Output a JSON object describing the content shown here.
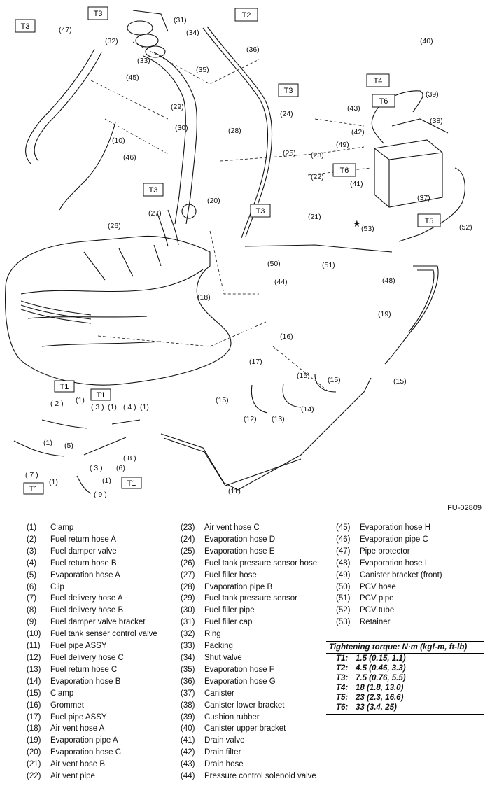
{
  "figure_id": "FU-02809",
  "tags": {
    "T1": "T1",
    "T2": "T2",
    "T3": "T3",
    "T4": "T4",
    "T5": "T5",
    "T6": "T6"
  },
  "callouts": {
    "c1": "(1)",
    "c2": "( 2 )",
    "c3": "( 3 )",
    "c4": "( 4 )",
    "c5": "(5)",
    "c6": "(6)",
    "c7": "( 7 )",
    "c8": "( 8 )",
    "c9": "( 9 )",
    "c10": "(10)",
    "c11": "(11)",
    "c12": "(12)",
    "c13": "(13)",
    "c14": "(14)",
    "c15": "(15)",
    "c16": "(16)",
    "c17": "(17)",
    "c18": "(18)",
    "c19": "(19)",
    "c20": "(20)",
    "c21": "(21)",
    "c22": "(22)",
    "c23": "(23)",
    "c24": "(24)",
    "c25": "(25)",
    "c26": "(26)",
    "c27": "(27)",
    "c28": "(28)",
    "c29": "(29)",
    "c30": "(30)",
    "c31": "(31)",
    "c32": "(32)",
    "c33": "(33)",
    "c34": "(34)",
    "c35": "(35)",
    "c36": "(36)",
    "c37": "(37)",
    "c38": "(38)",
    "c39": "(39)",
    "c40": "(40)",
    "c41": "(41)",
    "c42": "(42)",
    "c43": "(43)",
    "c44": "(44)",
    "c45": "(45)",
    "c46": "(46)",
    "c47": "(47)",
    "c48": "(48)",
    "c49": "(49)",
    "c50": "(50)",
    "c51": "(51)",
    "c52": "(52)",
    "c53": "(53)",
    "star": "★"
  },
  "legend": {
    "col1": [
      {
        "num": "(1)",
        "name": "Clamp"
      },
      {
        "num": "(2)",
        "name": "Fuel return hose A"
      },
      {
        "num": "(3)",
        "name": "Fuel damper valve"
      },
      {
        "num": "(4)",
        "name": "Fuel return hose B"
      },
      {
        "num": "(5)",
        "name": "Evaporation hose A"
      },
      {
        "num": "(6)",
        "name": "Clip"
      },
      {
        "num": "(7)",
        "name": "Fuel delivery hose A"
      },
      {
        "num": "(8)",
        "name": "Fuel delivery hose B"
      },
      {
        "num": "(9)",
        "name": "Fuel damper valve bracket"
      },
      {
        "num": "(10)",
        "name": "Fuel tank senser control valve"
      },
      {
        "num": "(11)",
        "name": "Fuel pipe ASSY"
      },
      {
        "num": "(12)",
        "name": "Fuel delivery hose C"
      },
      {
        "num": "(13)",
        "name": "Fuel return hose C"
      },
      {
        "num": "(14)",
        "name": "Evaporation hose B"
      },
      {
        "num": "(15)",
        "name": "Clamp"
      },
      {
        "num": "(16)",
        "name": "Grommet"
      },
      {
        "num": "(17)",
        "name": "Fuel pipe ASSY"
      },
      {
        "num": "(18)",
        "name": "Air vent hose A"
      },
      {
        "num": "(19)",
        "name": "Evaporation pipe A"
      },
      {
        "num": "(20)",
        "name": "Evaporation hose C"
      },
      {
        "num": "(21)",
        "name": "Air vent hose B"
      },
      {
        "num": "(22)",
        "name": "Air vent pipe"
      }
    ],
    "col2": [
      {
        "num": "(23)",
        "name": "Air vent hose C"
      },
      {
        "num": "(24)",
        "name": "Evaporation hose D"
      },
      {
        "num": "(25)",
        "name": "Evaporation hose E"
      },
      {
        "num": "(26)",
        "name": "Fuel tank pressure sensor hose"
      },
      {
        "num": "(27)",
        "name": "Fuel filler hose"
      },
      {
        "num": "(28)",
        "name": "Evaporation pipe B"
      },
      {
        "num": "(29)",
        "name": "Fuel tank pressure sensor"
      },
      {
        "num": "(30)",
        "name": "Fuel filler pipe"
      },
      {
        "num": "(31)",
        "name": "Fuel filler cap"
      },
      {
        "num": "(32)",
        "name": "Ring"
      },
      {
        "num": "(33)",
        "name": "Packing"
      },
      {
        "num": "(34)",
        "name": "Shut valve"
      },
      {
        "num": "(35)",
        "name": "Evaporation hose F"
      },
      {
        "num": "(36)",
        "name": "Evaporation hose G"
      },
      {
        "num": "(37)",
        "name": "Canister"
      },
      {
        "num": "(38)",
        "name": "Canister lower bracket"
      },
      {
        "num": "(39)",
        "name": "Cushion rubber"
      },
      {
        "num": "(40)",
        "name": "Canister upper bracket"
      },
      {
        "num": "(41)",
        "name": "Drain valve"
      },
      {
        "num": "(42)",
        "name": "Drain filter"
      },
      {
        "num": "(43)",
        "name": "Drain hose"
      },
      {
        "num": "(44)",
        "name": "Pressure control solenoid valve"
      }
    ],
    "col3": [
      {
        "num": "(45)",
        "name": "Evaporation hose H"
      },
      {
        "num": "(46)",
        "name": "Evaporation pipe C"
      },
      {
        "num": "(47)",
        "name": "Pipe protector"
      },
      {
        "num": "(48)",
        "name": "Evaporation hose I"
      },
      {
        "num": "(49)",
        "name": "Canister bracket (front)"
      },
      {
        "num": "(50)",
        "name": "PCV hose"
      },
      {
        "num": "(51)",
        "name": "PCV pipe"
      },
      {
        "num": "(52)",
        "name": "PCV tube"
      },
      {
        "num": "(53)",
        "name": "Retainer"
      }
    ]
  },
  "torque": {
    "title": "Tightening torque: N·m (kgf-m, ft-lb)",
    "rows": [
      {
        "code": "T1:",
        "value": "1.5 (0.15, 1.1)"
      },
      {
        "code": "T2:",
        "value": "4.5 (0.46, 3.3)"
      },
      {
        "code": "T3:",
        "value": "7.5 (0.76, 5.5)"
      },
      {
        "code": "T4:",
        "value": "18 (1.8, 13.0)"
      },
      {
        "code": "T5:",
        "value": "23 (2.3, 16.6)"
      },
      {
        "code": "T6:",
        "value": "33 (3.4, 25)"
      }
    ]
  }
}
